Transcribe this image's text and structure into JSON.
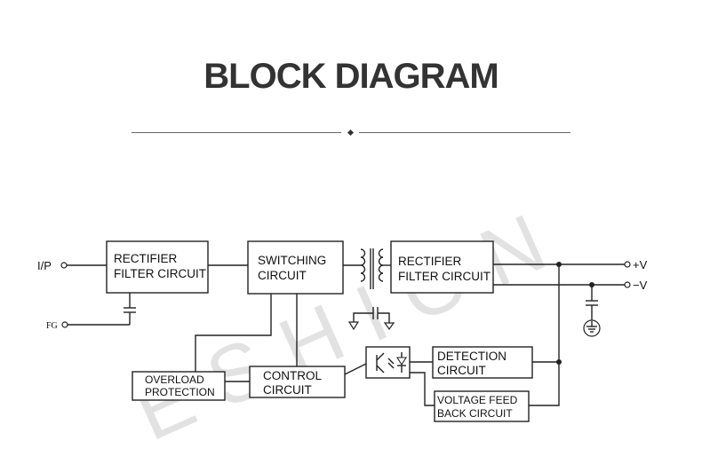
{
  "header": {
    "title": "BLOCK DIAGRAM"
  },
  "watermark": "ESHION",
  "terminals": {
    "input": "I/P",
    "ground": "FG",
    "pos_out": "+V",
    "neg_out": "−V"
  },
  "blocks": {
    "rectifier_in": [
      "RECTIFIER",
      "FILTER CIRCUIT"
    ],
    "switching": [
      "SWITCHING",
      "CIRCUIT"
    ],
    "rectifier_out": [
      "RECTIFIER",
      "FILTER CIRCUIT"
    ],
    "detection": [
      "DETECTION",
      "CIRCUIT"
    ],
    "overload": [
      "OVERLOAD",
      "PROTECTION"
    ],
    "control": [
      "CONTROL",
      "CIRCUIT"
    ],
    "voltage_feedback": [
      "VOLTAGE FEED",
      "BACK CIRCUIT"
    ]
  }
}
